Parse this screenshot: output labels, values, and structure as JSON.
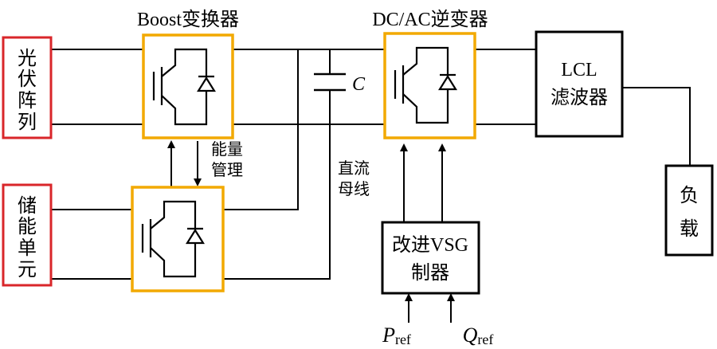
{
  "title_boost": "Boost变换器",
  "title_inverter": "DC/AC逆变器",
  "pv_chars": [
    "光",
    "伏",
    "阵",
    "列"
  ],
  "storage_chars": [
    "储",
    "能",
    "单",
    "元"
  ],
  "load_chars": [
    "负",
    "载"
  ],
  "energy_mgmt": [
    "能量",
    "管理"
  ],
  "dc_bus": [
    "直流",
    "母线"
  ],
  "cap_label": "C",
  "lcl": [
    "LCL",
    "滤波器"
  ],
  "vsg": [
    "改进VSG",
    "制器"
  ],
  "p_ref": {
    "main": "P",
    "sub": "ref"
  },
  "q_ref": {
    "main": "Q",
    "sub": "ref"
  },
  "colors": {
    "pv_border": "#D9262A",
    "converter_border": "#F2A900",
    "line": "#000000"
  }
}
